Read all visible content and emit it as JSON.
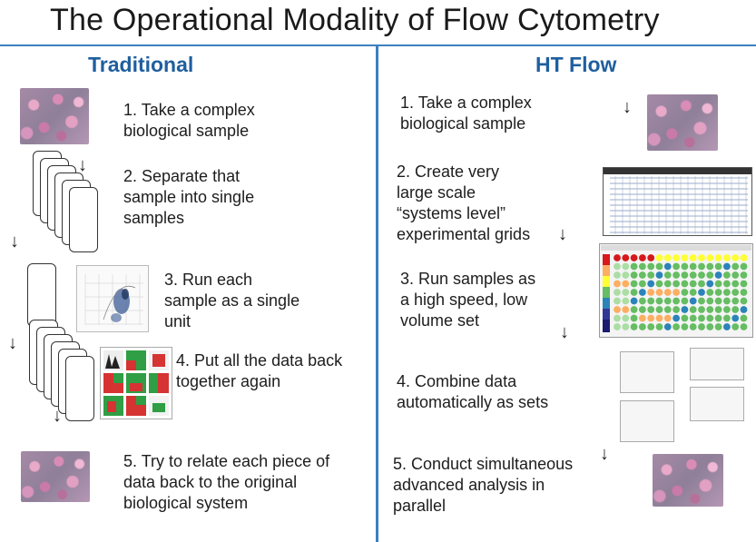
{
  "title": "The Operational Modality of Flow Cytometry",
  "left": {
    "heading": "Traditional",
    "steps": [
      "1. Take a complex\nbiological sample",
      "2. Separate that\nsample into single\nsamples",
      "3. Run each\nsample as a single\nunit",
      "4. Put all the data back\ntogether again",
      "5. Try to relate each piece of\ndata back to the original\nbiological system"
    ]
  },
  "right": {
    "heading": "HT Flow",
    "steps": [
      "1. Take a complex\nbiological sample",
      "2. Create very\nlarge scale\n“systems level”\nexperimental grids",
      "3. Run samples as\na high speed, low\nvolume set",
      "4. Combine data\nautomatically as sets",
      "5. Conduct simultaneous\nadvanced analysis  in\nparallel"
    ]
  },
  "icons": {
    "arrow": "↓"
  },
  "colors": {
    "accent": "#3d7fc0",
    "heading": "#1f5f9e"
  }
}
